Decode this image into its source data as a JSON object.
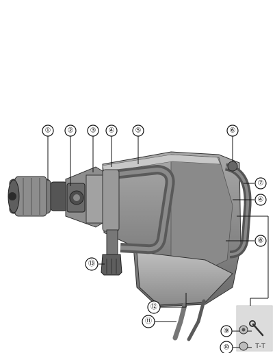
{
  "figure": {
    "callouts": [
      {
        "id": "c1",
        "label": "①"
      },
      {
        "id": "c2",
        "label": "②"
      },
      {
        "id": "c3",
        "label": "③"
      },
      {
        "id": "c4a",
        "label": "④"
      },
      {
        "id": "c5",
        "label": "⑤"
      },
      {
        "id": "c6",
        "label": "⑥"
      },
      {
        "id": "c7",
        "label": "⑦"
      },
      {
        "id": "c4b",
        "label": "④"
      },
      {
        "id": "c8",
        "label": "⑧"
      },
      {
        "id": "c13",
        "label": "⑬"
      },
      {
        "id": "c12",
        "label": "⑫"
      },
      {
        "id": "c11",
        "label": "⑪"
      },
      {
        "id": "c9",
        "label": "⑨"
      },
      {
        "id": "c10",
        "label": "⑩"
      }
    ],
    "indicator_panel": {
      "service_icon": "wrench-icon",
      "temp_icon": "thermometer-icon",
      "temp_text": "T-T"
    },
    "colors": {
      "body_dark": "#6f6f6f",
      "body_mid": "#9a9a9a",
      "body_light": "#c4c4c4",
      "panel_bg": "#d9d9d9",
      "line": "#111111"
    }
  }
}
